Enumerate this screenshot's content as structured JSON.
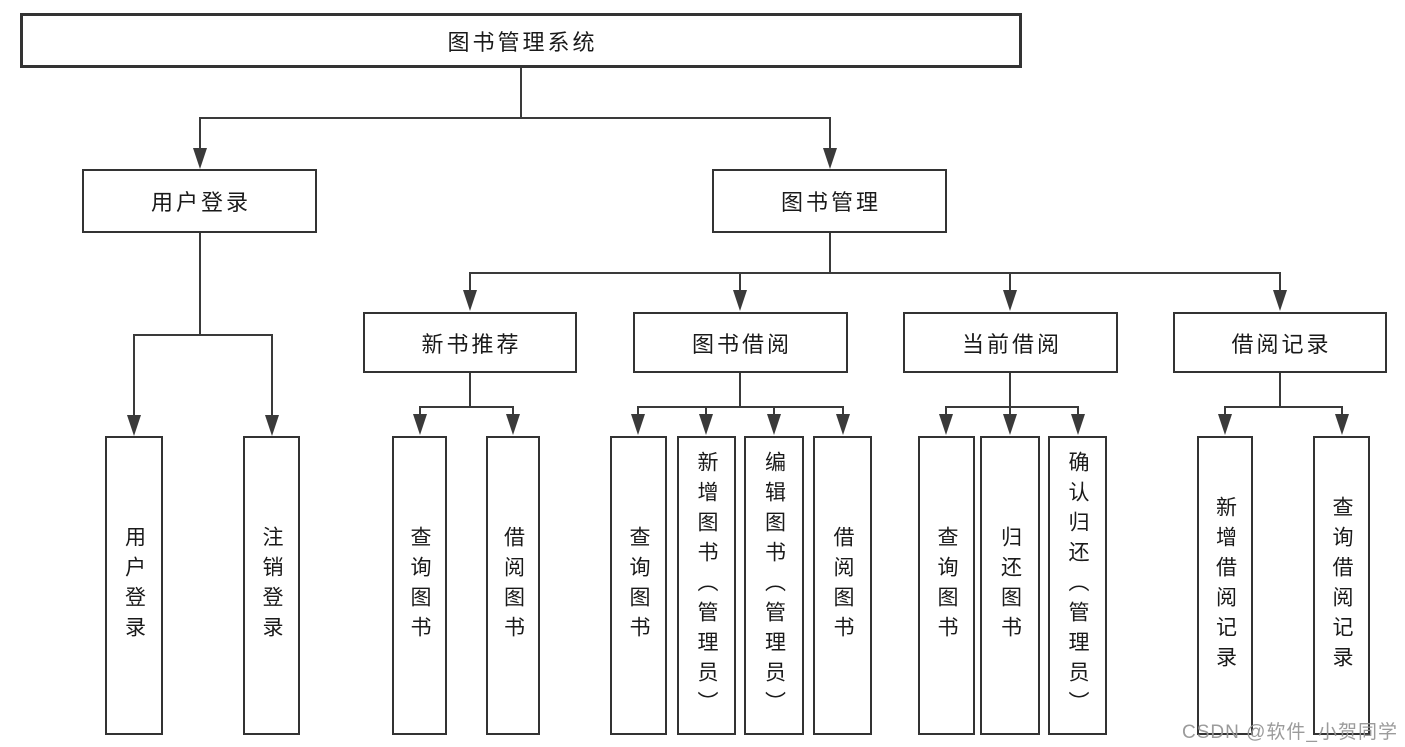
{
  "diagram": {
    "title": "图书管理系统",
    "root": {
      "label": "图书管理系统"
    },
    "level2": [
      {
        "id": "user-login",
        "label": "用户登录"
      },
      {
        "id": "book-management",
        "label": "图书管理"
      }
    ],
    "level3": [
      {
        "id": "new-book-recommend",
        "label": "新书推荐"
      },
      {
        "id": "book-borrow",
        "label": "图书借阅"
      },
      {
        "id": "current-borrow",
        "label": "当前借阅"
      },
      {
        "id": "borrow-records",
        "label": "借阅记录"
      }
    ],
    "leaves": {
      "user_login": [
        "用户登录",
        "注销登录"
      ],
      "new_book": [
        "查询图书",
        "借阅图书"
      ],
      "book_borrow": [
        "查询图书",
        "新增图书（管理员）",
        "编辑图书（管理员）",
        "借阅图书"
      ],
      "current_borrow": [
        "查询图书",
        "归还图书",
        "确认归还（管理员）"
      ],
      "borrow_records": [
        "新增借阅记录",
        "查询借阅记录"
      ]
    }
  },
  "watermark": "CSDN @软件_小贺同学",
  "colors": {
    "line": "#3a3a3a",
    "border": "#333333",
    "text": "#1a1a1a",
    "watermark": "#969696",
    "background": "#ffffff"
  }
}
